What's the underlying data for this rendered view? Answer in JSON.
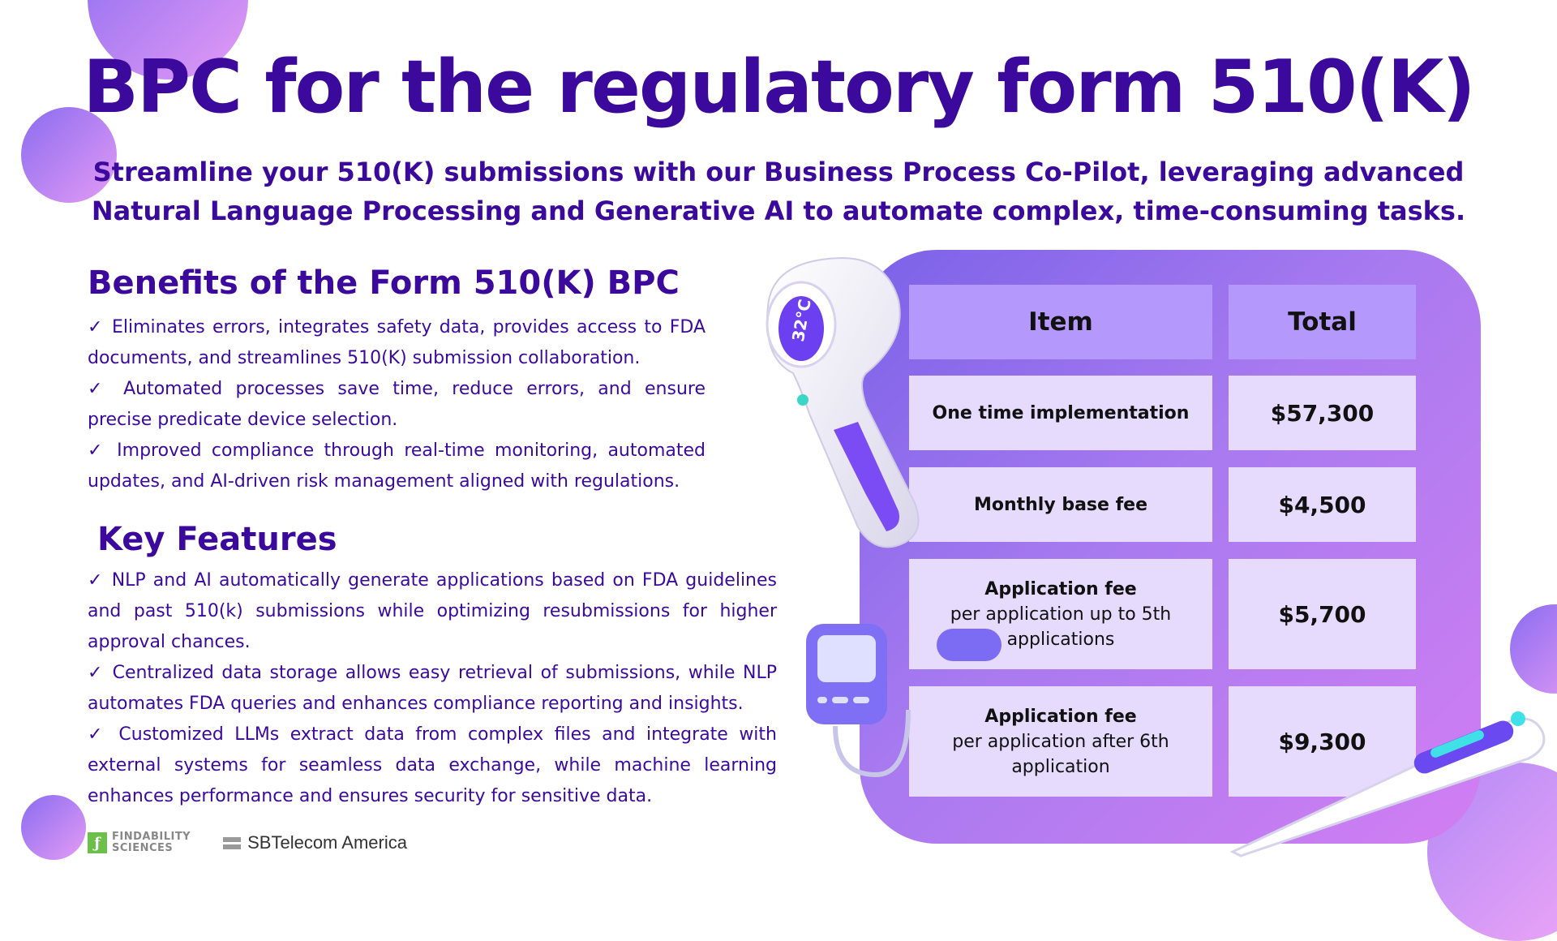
{
  "title": "BPC for the regulatory form 510(K)",
  "subtitle_line1": "Streamline your 510(K) submissions with our Business Process Co-Pilot, leveraging advanced",
  "subtitle_line2": "Natural Language Processing and Generative AI to automate complex, time-consuming tasks.",
  "benefits": {
    "heading": "Benefits of the Form 510(K) BPC",
    "items": [
      "✓ Eliminates errors, integrates safety data, provides access to FDA documents, and streamlines 510(K) submission collaboration.",
      "✓ Automated processes save time, reduce errors, and ensure precise predicate device selection.",
      "✓ Improved compliance through real-time monitoring, automated updates, and AI-driven risk management aligned with regulations."
    ]
  },
  "features": {
    "heading": "Key Features",
    "items": [
      "✓ NLP and AI automatically generate applications based on FDA guidelines and past 510(k) submissions while optimizing resubmissions for higher approval chances.",
      "✓ Centralized data storage allows easy retrieval of submissions, while NLP automates FDA queries and enhances compliance reporting and insights.",
      "✓ Customized LLMs extract data from complex files and integrate with external systems for seamless data exchange, while machine learning enhances performance and ensures security for sensitive data."
    ]
  },
  "pricing": {
    "header_item": "Item",
    "header_total": "Total",
    "rows": [
      {
        "item": "One time implementation",
        "detail": "",
        "total": "$57,300"
      },
      {
        "item": "Monthly base fee",
        "detail": "",
        "total": "$4,500"
      },
      {
        "item": "Application fee",
        "detail": "per application up to 5th applications",
        "total": "$5,700"
      },
      {
        "item": "Application fee",
        "detail": "per application after 6th application",
        "total": "$9,300"
      }
    ]
  },
  "thermometer_display": "32°C",
  "logos": {
    "findability_line1": "FINDABILITY",
    "findability_line2": "SCIENCES",
    "sbtelecom": "SBTelecom America"
  }
}
